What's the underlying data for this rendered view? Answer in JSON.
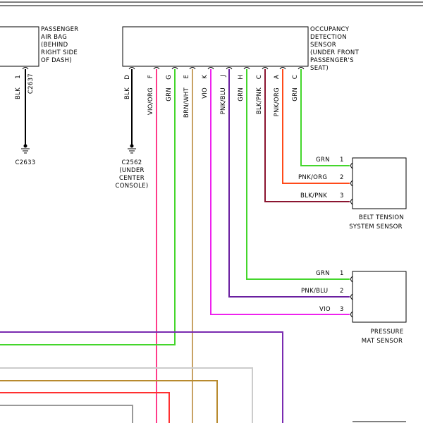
{
  "components": {
    "airbag": {
      "label_lines": [
        "PASSENGER",
        "AIR BAG",
        "(BEHIND",
        "RIGHT SIDE",
        "OF DASH)"
      ]
    },
    "ods": {
      "label_lines": [
        "OCCUPANCY",
        "DETECTION",
        "SENSOR",
        "(UNDER FRONT",
        "PASSENGER'S",
        "SEAT)"
      ]
    },
    "belt": {
      "label_lines": [
        "BELT TENSION",
        "SYSTEM SENSOR"
      ]
    },
    "mat": {
      "label_lines": [
        "PRESSURE",
        "MAT SENSOR"
      ]
    }
  },
  "airbag_pin": {
    "pin": "1",
    "connector": "C2637",
    "wire": "BLK"
  },
  "grounds": {
    "g1": {
      "label_lines": [
        "C2633"
      ]
    },
    "g2": {
      "label_lines": [
        "C2562",
        "(UNDER",
        "CENTER",
        "CONSOLE)"
      ]
    }
  },
  "ods_pins": [
    {
      "pin": "D",
      "wire": "BLK",
      "color": "#000000"
    },
    {
      "pin": "F",
      "wire": "VIO/ORG",
      "color": "#ff3b8a"
    },
    {
      "pin": "G",
      "wire": "GRN",
      "color": "#44d62c"
    },
    {
      "pin": "E",
      "wire": "BRN/WHT",
      "color": "#c8a265"
    },
    {
      "pin": "K",
      "wire": "VIO",
      "color": "#ee22ee"
    },
    {
      "pin": "J",
      "wire": "PNK/BLU",
      "color": "#6a1fa0"
    },
    {
      "pin": "H",
      "wire": "GRN",
      "color": "#44d62c"
    },
    {
      "pin": "C",
      "wire": "BLK/PNK",
      "color": "#8b1530"
    },
    {
      "pin": "A",
      "wire": "PNK/ORG",
      "color": "#ff4a1a"
    },
    {
      "pin": "C",
      "wire": "GRN",
      "color": "#44d62c"
    }
  ],
  "belt_pins": [
    {
      "wire": "GRN",
      "pin": "1"
    },
    {
      "wire": "PNK/ORG",
      "pin": "2"
    },
    {
      "wire": "BLK/PNK",
      "pin": "3"
    }
  ],
  "mat_pins": [
    {
      "wire": "GRN",
      "pin": "1"
    },
    {
      "wire": "PNK/BLU",
      "pin": "2"
    },
    {
      "wire": "VIO",
      "pin": "3"
    }
  ],
  "lower_wire_colors": [
    "#7a2ab0",
    "#44d62c",
    "#cccccc",
    "#b88a2e",
    "#ff3030",
    "#999999"
  ]
}
